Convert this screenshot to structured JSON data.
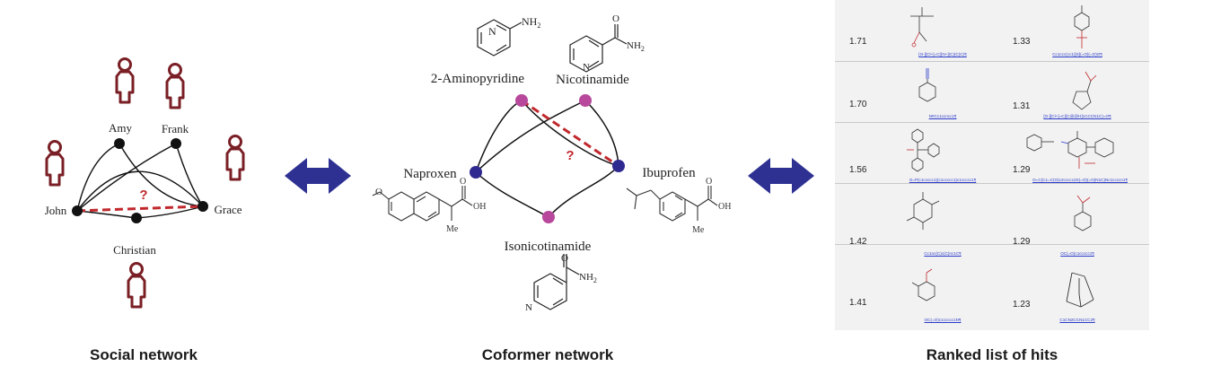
{
  "social": {
    "caption": "Social network",
    "people": [
      "Amy",
      "Frank",
      "John",
      "Grace",
      "Christian"
    ],
    "unknown_mark": "?"
  },
  "coformer": {
    "caption": "Coformer network",
    "nodes": [
      "2-Aminopyridine",
      "Nicotinamide",
      "Naproxen",
      "Ibuprofen",
      "Isonicotinamide"
    ],
    "unknown_mark": "?",
    "structure_labels": {
      "nh2": "NH",
      "nh2_sub": "2",
      "o": "O",
      "oh": "OH",
      "me": "Me",
      "n": "N"
    }
  },
  "hits": {
    "caption": "Ranked list of hits",
    "rows": [
      {
        "left_score": "1.71",
        "left_smiles": "[O-][Cl+]=C([N+](C)(C)C)¶",
        "right_score": "1.33",
        "right_smiles": "Cc1ccc(cc1)[S](=O)(=O)O¶"
      },
      {
        "left_score": "1.70",
        "left_smiles": "N#Cc1ccncc1¶",
        "right_score": "1.31",
        "right_smiles": "[O-][Cl+]=C([C@@H]1CCCN1C)=O¶"
      },
      {
        "left_score": "1.56",
        "left_smiles": "O=P(c1ccccc1)(c1ccccc1)c1ccccc1¶",
        "right_score": "1.29",
        "right_smiles": "O=C(C1=C(O)c2ccccc2S(=O)(=O)N1C)Nc1ccccn1¶"
      },
      {
        "left_score": "1.42",
        "left_smiles": "Cc1nc(C)c(C)nc1C¶",
        "right_score": "1.29",
        "right_smiles": "OC(=O)c1ccccc1¶"
      },
      {
        "left_score": "1.41",
        "left_smiles": "OC(=O)c1ccccc1N¶",
        "right_score": "1.23",
        "right_smiles": "C1CN2CCN1CC2¶"
      }
    ]
  },
  "colors": {
    "person_outline": "#7a1f25",
    "unknown_link": "#c1282d",
    "arrow": "#2e3192",
    "coformer_node_purple": "#b8489c",
    "coformer_node_blue": "#2f2a8f",
    "smiles_link": "#2a3ac9"
  }
}
